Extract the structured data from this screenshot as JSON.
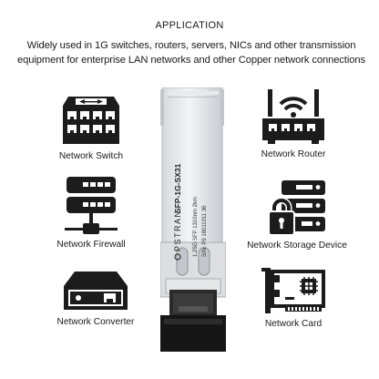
{
  "application": {
    "heading": "APPLICATION",
    "description_line1": "Widely used in 1G switches, routers, servers, NICs and other transmission",
    "description_line2": "equipment for enterprise LAN networks and other Copper network connections"
  },
  "devices": [
    {
      "label": "Network Switch",
      "icon": "network-switch-icon"
    },
    {
      "label": "Network Router",
      "icon": "network-router-icon"
    },
    {
      "label": "Network Firewall",
      "icon": "network-firewall-icon"
    },
    {
      "label": "Network Storage Device",
      "icon": "network-storage-icon"
    },
    {
      "label": "Network Converter",
      "icon": "network-converter-icon"
    },
    {
      "label": "Network Card",
      "icon": "network-card-icon"
    }
  ],
  "module": {
    "brand": "PSTRAN",
    "model": "SFP-1G-SX31",
    "spec": "1.25G SFP 1310nm 2km",
    "serial": "S/N: P9 18011011 36"
  }
}
